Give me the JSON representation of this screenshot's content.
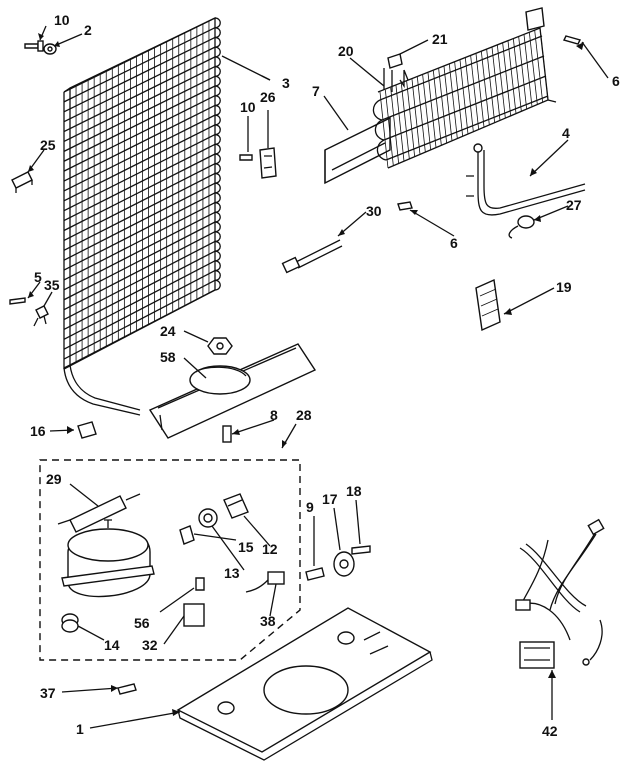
{
  "callouts": {
    "c10a": "10",
    "c2": "2",
    "c3": "3",
    "c10b": "10",
    "c26": "26",
    "c25": "25",
    "c5": "5",
    "c35": "35",
    "c20": "20",
    "c21": "21",
    "c7": "7",
    "c6a": "6",
    "c4": "4",
    "c6b": "6",
    "c30": "30",
    "c27": "27",
    "c19": "19",
    "c24": "24",
    "c58": "58",
    "c8": "8",
    "c28": "28",
    "c16": "16",
    "c29": "29",
    "c9": "9",
    "c17": "17",
    "c18": "18",
    "c15": "15",
    "c12": "12",
    "c13": "13",
    "c56": "56",
    "c38": "38",
    "c14": "14",
    "c32": "32",
    "c37": "37",
    "c1": "1",
    "c42": "42"
  }
}
